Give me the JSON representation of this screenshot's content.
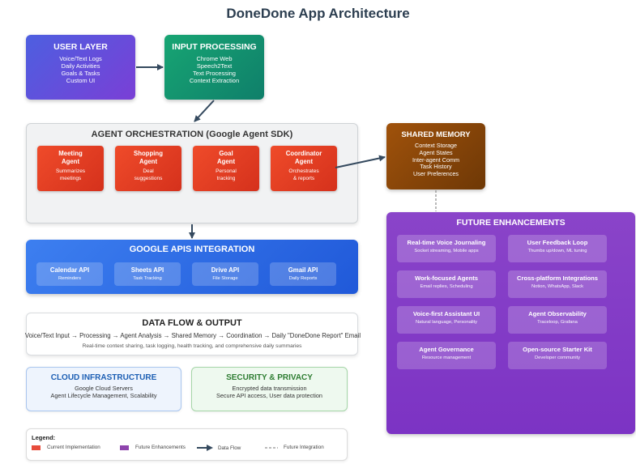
{
  "title": "DoneDone App Architecture",
  "user_layer": {
    "heading": "USER LAYER",
    "lines": [
      "Voice/Text Logs",
      "Daily Activities",
      "Goals & Tasks",
      "Custom UI"
    ]
  },
  "input_processing": {
    "heading": "INPUT PROCESSING",
    "lines": [
      "Chrome Web",
      "Speech2Text",
      "Text Processing",
      "Context Extraction"
    ]
  },
  "orchestration": {
    "heading": "AGENT ORCHESTRATION (Google Agent SDK)",
    "agents": [
      {
        "title": [
          "Meeting",
          "Agent"
        ],
        "desc": [
          "Summarizes",
          "meetings"
        ]
      },
      {
        "title": [
          "Shopping",
          "Agent"
        ],
        "desc": [
          "Deal",
          "suggestions"
        ]
      },
      {
        "title": [
          "Goal",
          "Agent"
        ],
        "desc": [
          "Personal",
          "tracking"
        ]
      },
      {
        "title": [
          "Coordinator",
          "Agent"
        ],
        "desc": [
          "Orchestrates",
          "& reports"
        ]
      }
    ]
  },
  "shared_memory": {
    "heading": "SHARED MEMORY",
    "lines": [
      "Context Storage",
      "Agent States",
      "Inter-agent Comm",
      "Task History",
      "User Preferences"
    ]
  },
  "future": {
    "heading": "FUTURE ENHANCEMENTS",
    "items": [
      {
        "title": "Real-time Voice Journaling",
        "desc": "Socket streaming, Mobile apps"
      },
      {
        "title": "User Feedback Loop",
        "desc": "Thumbs up/down, ML tuning"
      },
      {
        "title": "Work-focused Agents",
        "desc": "Email replies, Scheduling"
      },
      {
        "title": "Cross-platform Integrations",
        "desc": "Notion, WhatsApp, Slack"
      },
      {
        "title": "Voice-first Assistant UI",
        "desc": "Natural language, Personality"
      },
      {
        "title": "Agent Observability",
        "desc": "Traceloop, Grafana"
      },
      {
        "title": "Agent Governance",
        "desc": "Resource management"
      },
      {
        "title": "Open-source Starter Kit",
        "desc": "Developer community"
      }
    ]
  },
  "google_apis": {
    "heading": "GOOGLE APIS INTEGRATION",
    "apis": [
      {
        "title": "Calendar API",
        "desc": "Reminders"
      },
      {
        "title": "Sheets API",
        "desc": "Task Tracking"
      },
      {
        "title": "Drive API",
        "desc": "File Storage"
      },
      {
        "title": "Gmail API",
        "desc": "Daily Reports"
      }
    ]
  },
  "data_flow": {
    "heading": "DATA FLOW & OUTPUT",
    "flow": "Voice/Text Input → Processing → Agent Analysis → Shared Memory → Coordination → Daily \"DoneDone Report\" Email",
    "summary": "Real-time context sharing, task logging, health tracking, and comprehensive daily summaries"
  },
  "cloud": {
    "heading": "CLOUD INFRASTRUCTURE",
    "lines": [
      "Google Cloud Servers",
      "Agent Lifecycle Management, Scalability"
    ]
  },
  "security": {
    "heading": "SECURITY & PRIVACY",
    "lines": [
      "Encrypted data transmission",
      "Secure API access, User data protection"
    ]
  },
  "legend": {
    "title": "Legend:",
    "items": [
      "Current Implementation",
      "Future Enhancements",
      "Data Flow",
      "Future Integration"
    ]
  },
  "colors": {
    "current": "#e74c3c",
    "future": "#8e44ad",
    "arrow": "#34495e"
  }
}
